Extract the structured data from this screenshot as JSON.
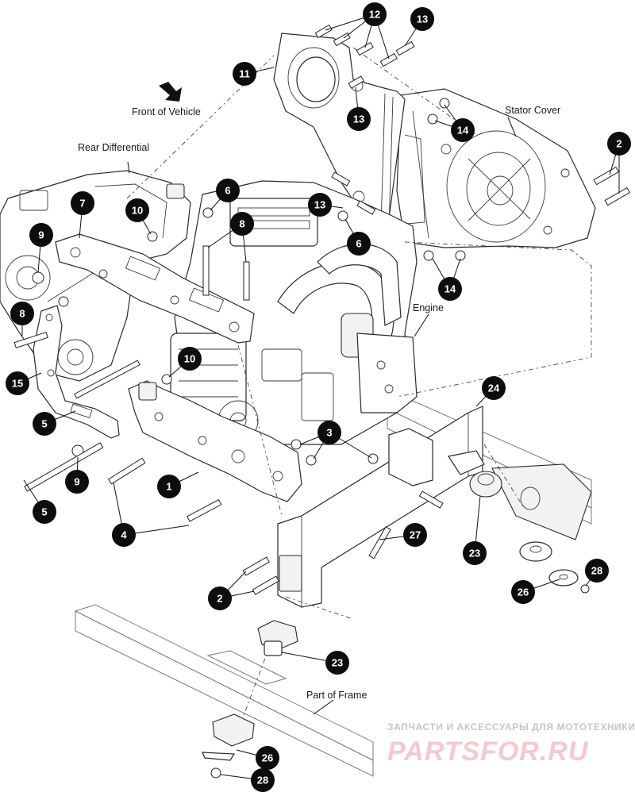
{
  "labels": {
    "front_of_vehicle": "Front of Vehicle",
    "rear_differential": "Rear Differential",
    "stator_cover": "Stator Cover",
    "engine": "Engine",
    "part_of_frame": "Part of Frame"
  },
  "callouts": [
    {
      "id": "c12",
      "number": "12"
    },
    {
      "id": "c13a",
      "number": "13"
    },
    {
      "id": "c11",
      "number": "11"
    },
    {
      "id": "c13b",
      "number": "13"
    },
    {
      "id": "c14a",
      "number": "14"
    },
    {
      "id": "c2a",
      "number": "2"
    },
    {
      "id": "c7",
      "number": "7"
    },
    {
      "id": "c10a",
      "number": "10"
    },
    {
      "id": "c6a",
      "number": "6"
    },
    {
      "id": "c13c",
      "number": "13"
    },
    {
      "id": "c8a",
      "number": "8"
    },
    {
      "id": "c6b",
      "number": "6"
    },
    {
      "id": "c9a",
      "number": "9"
    },
    {
      "id": "c14b",
      "number": "14"
    },
    {
      "id": "c8b",
      "number": "8"
    },
    {
      "id": "c10b",
      "number": "10"
    },
    {
      "id": "c15",
      "number": "15"
    },
    {
      "id": "c24",
      "number": "24"
    },
    {
      "id": "c5a",
      "number": "5"
    },
    {
      "id": "c3",
      "number": "3"
    },
    {
      "id": "c9b",
      "number": "9"
    },
    {
      "id": "c1",
      "number": "1"
    },
    {
      "id": "c5b",
      "number": "5"
    },
    {
      "id": "c4",
      "number": "4"
    },
    {
      "id": "c27",
      "number": "27"
    },
    {
      "id": "c23a",
      "number": "23"
    },
    {
      "id": "c28a",
      "number": "28"
    },
    {
      "id": "c2b",
      "number": "2"
    },
    {
      "id": "c26a",
      "number": "26"
    },
    {
      "id": "c23b",
      "number": "23"
    },
    {
      "id": "c26b",
      "number": "26"
    },
    {
      "id": "c28b",
      "number": "28"
    }
  ],
  "watermark": {
    "tagline": "ЗАПЧАСТИ И АКСЕССУАРЫ ДЛЯ МОТОТЕХНИКИ",
    "brand": "PARTSFOR.RU"
  }
}
